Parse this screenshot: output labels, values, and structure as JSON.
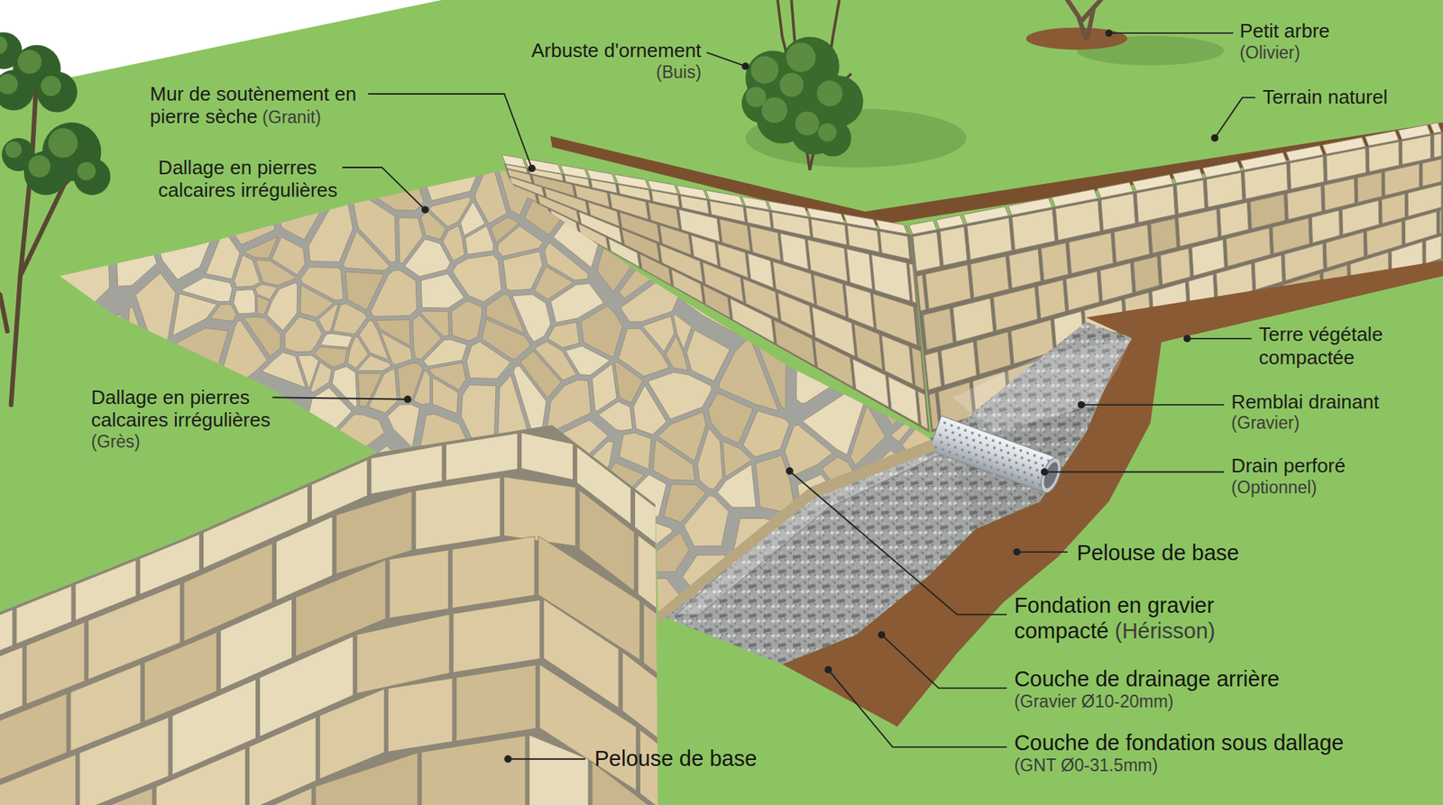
{
  "diagram": {
    "labels": [
      "Arbuste d'ornement",
      "(Buis)",
      "Petit arbre",
      "(Olivier)",
      "Mur de soutènement en pierre sèche",
      "(Granit)",
      "Terrain naturel",
      "Dallage en pierres calcaires irrégulières",
      "Terre végétale compactée",
      "Remblai drainant",
      "(Gravier)",
      "Drain perforé",
      "(Optionnel)",
      "Dallage en pierres calcaires irrégulières",
      "(Grès)",
      "Pelouse de base",
      "Fondation en gravier compacté",
      "(Hérisson)",
      "Couche de drainage arrière",
      "(Gravier Ø10-20mm)",
      "Couche de fondation sous dallage",
      "(GNT Ø0-31.5mm)",
      "Pelouse de base"
    ]
  }
}
